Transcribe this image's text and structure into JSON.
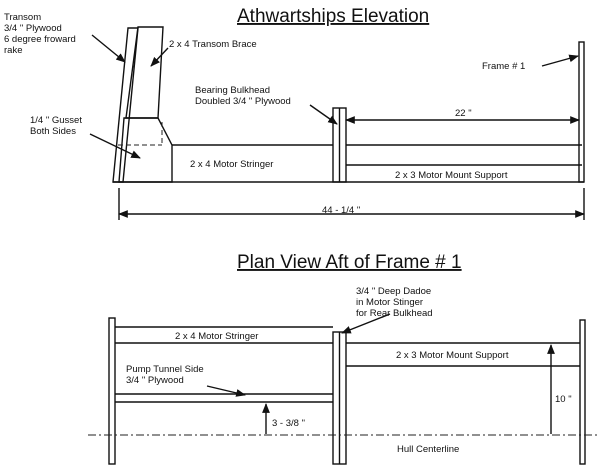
{
  "titles": {
    "elevation": "Athwartships Elevation",
    "plan": "Plan View Aft of Frame # 1"
  },
  "elevation": {
    "transom": [
      "Transom",
      "3/4 \" Plywood",
      "6 degree froward",
      "rake"
    ],
    "transom_brace": "2 x 4 Transom Brace",
    "gusset": [
      "1/4 \" Gusset",
      "Both Sides"
    ],
    "bearing_bulkhead": [
      "Bearing Bulkhead",
      "Doubled 3/4 \" Plywood"
    ],
    "frame": "Frame # 1",
    "dim_22": "22 \"",
    "motor_stringer": "2 x 4 Motor Stringer",
    "motor_mount": "2 x 3 Motor Mount Support",
    "dim_overall": "44 - 1/4 \""
  },
  "plan": {
    "dadoe": [
      "3/4 \" Deep Dadoe",
      "in Motor Stinger",
      "for Rear Bulkhead"
    ],
    "motor_stringer": "2 x 4 Motor Stringer",
    "motor_mount": "2 x 3 Motor Mount Support",
    "pump_tunnel": [
      "Pump Tunnel Side",
      "3/4 \" Plywood"
    ],
    "dim_10": "10 \"",
    "dim_338": "3 - 3/8 \"",
    "centerline": "Hull Centerline"
  }
}
